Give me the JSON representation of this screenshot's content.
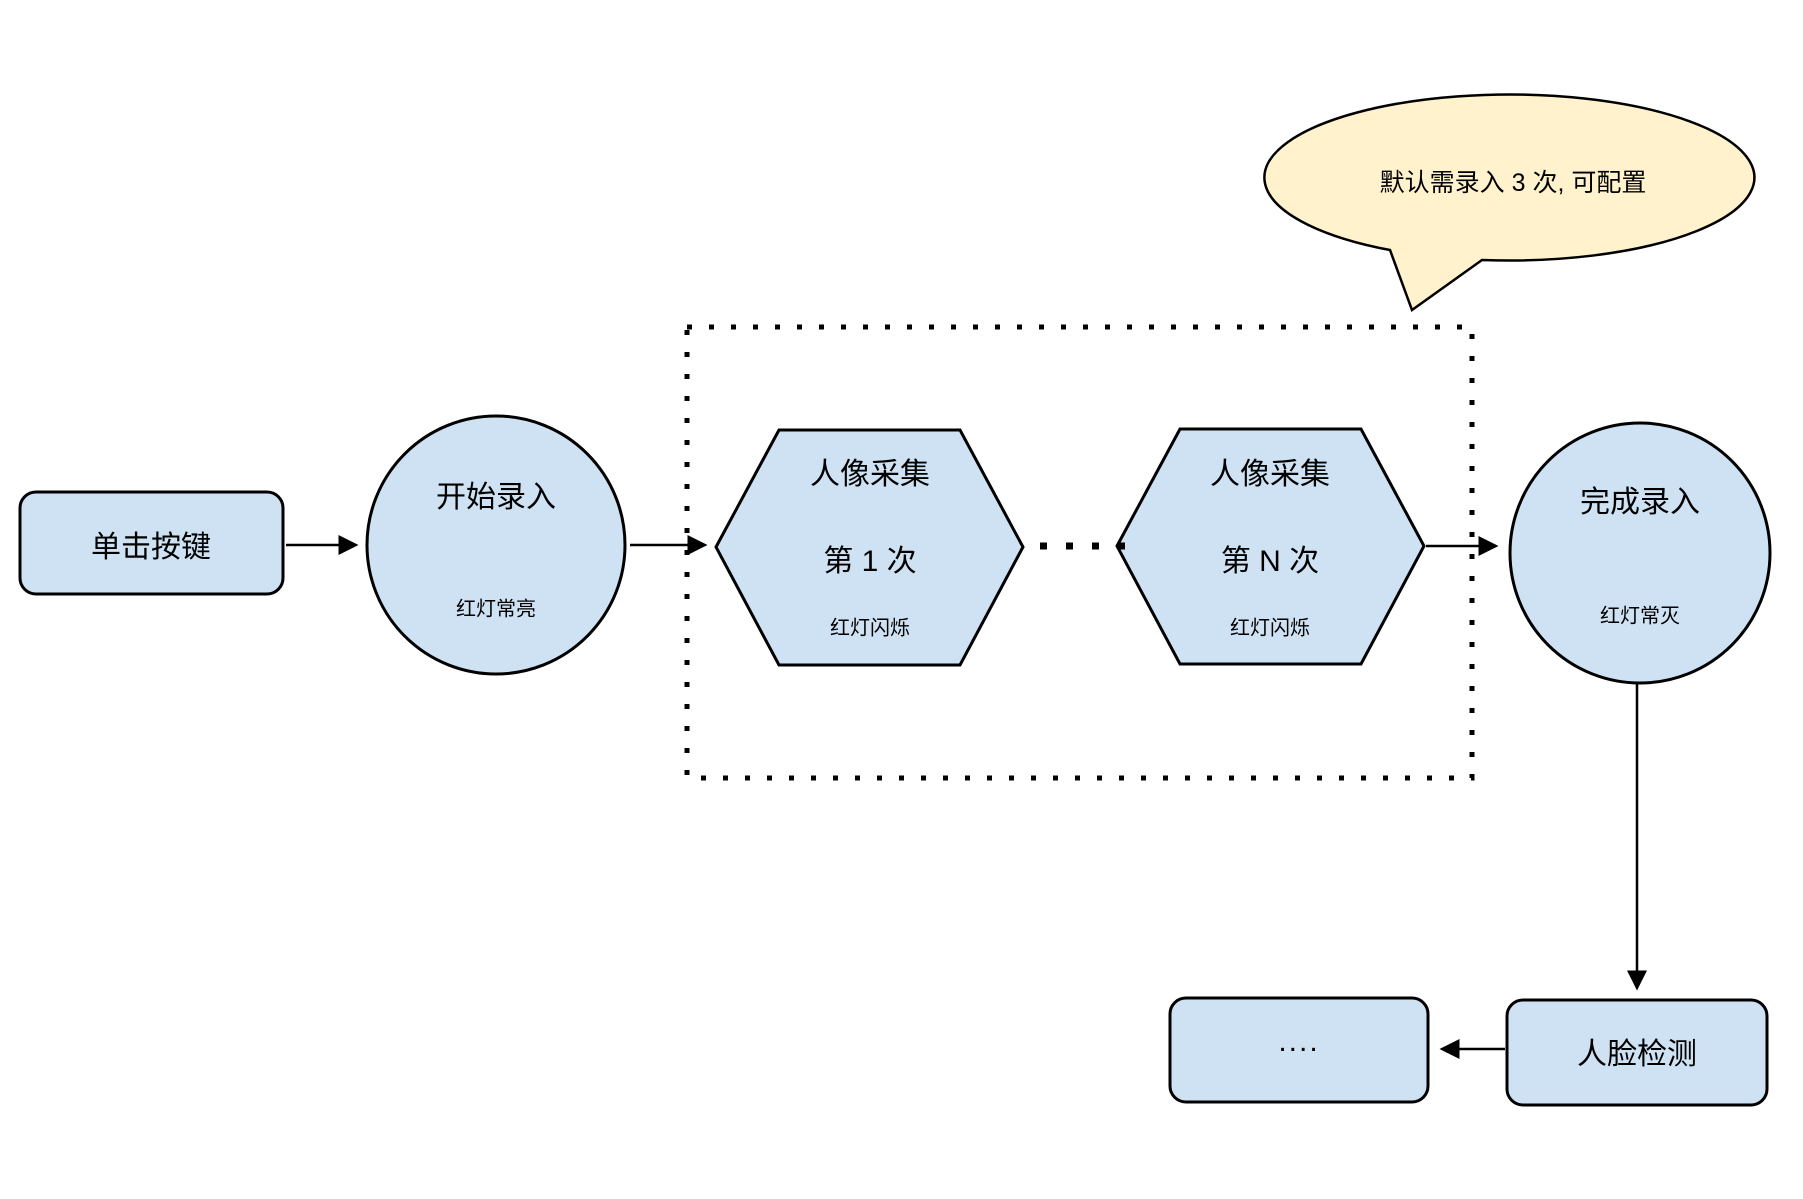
{
  "diagram": {
    "nodes": {
      "click_button": {
        "label": "单击按键"
      },
      "start_enroll": {
        "title": "开始录入",
        "subtitle": "红灯常亮"
      },
      "capture_first": {
        "line1": "人像采集",
        "line2": "第 1 次",
        "subtitle": "红灯闪烁"
      },
      "capture_nth": {
        "line1": "人像采集",
        "line2": "第 N 次",
        "subtitle": "红灯闪烁"
      },
      "finish_enroll": {
        "title": "完成录入",
        "subtitle": "红灯常灭"
      },
      "face_detect": {
        "label": "人脸检测"
      },
      "more": {
        "label": "...."
      }
    },
    "callout": {
      "text": "默认需录入 3 次, 可配置"
    },
    "colors": {
      "node_fill": "#cfe2f3",
      "node_stroke": "#000000",
      "callout_fill": "#fff2cc",
      "background": "#ffffff"
    }
  }
}
